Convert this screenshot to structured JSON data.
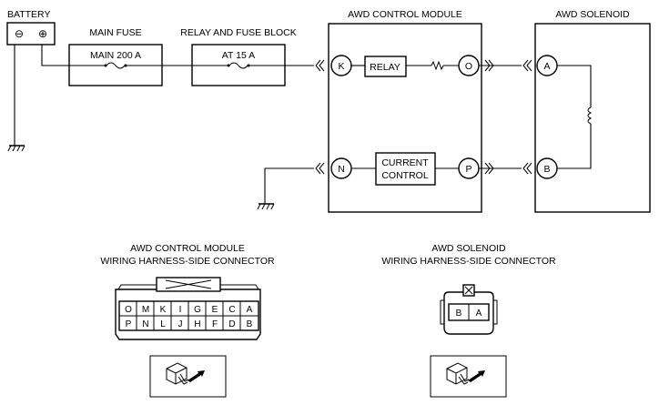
{
  "battery": {
    "label": "BATTERY",
    "neg": "⊖",
    "pos": "⊕"
  },
  "main_fuse": {
    "title": "MAIN FUSE",
    "rating": "MAIN 200 A"
  },
  "relay_fuse_block": {
    "title": "RELAY AND FUSE BLOCK",
    "rating": "AT 15 A"
  },
  "control_module": {
    "title": "AWD CONTROL MODULE",
    "relay_label": "RELAY",
    "current_control": [
      "CURRENT",
      "CONTROL"
    ],
    "terminals": {
      "k": "K",
      "o": "O",
      "n": "N",
      "p": "P"
    }
  },
  "solenoid": {
    "title": "AWD SOLENOID",
    "terminals": {
      "a": "A",
      "b": "B"
    }
  },
  "connectors": {
    "module": {
      "title_line1": "AWD CONTROL MODULE",
      "title_line2": "WIRING HARNESS-SIDE CONNECTOR",
      "top_row": [
        "O",
        "M",
        "K",
        "I",
        "G",
        "E",
        "C",
        "A"
      ],
      "bottom_row": [
        "P",
        "N",
        "L",
        "J",
        "H",
        "F",
        "D",
        "B"
      ]
    },
    "solenoid": {
      "title_line1": "AWD SOLENOID",
      "title_line2": "WIRING HARNESS-SIDE CONNECTOR",
      "pins": [
        "B",
        "A"
      ]
    }
  }
}
